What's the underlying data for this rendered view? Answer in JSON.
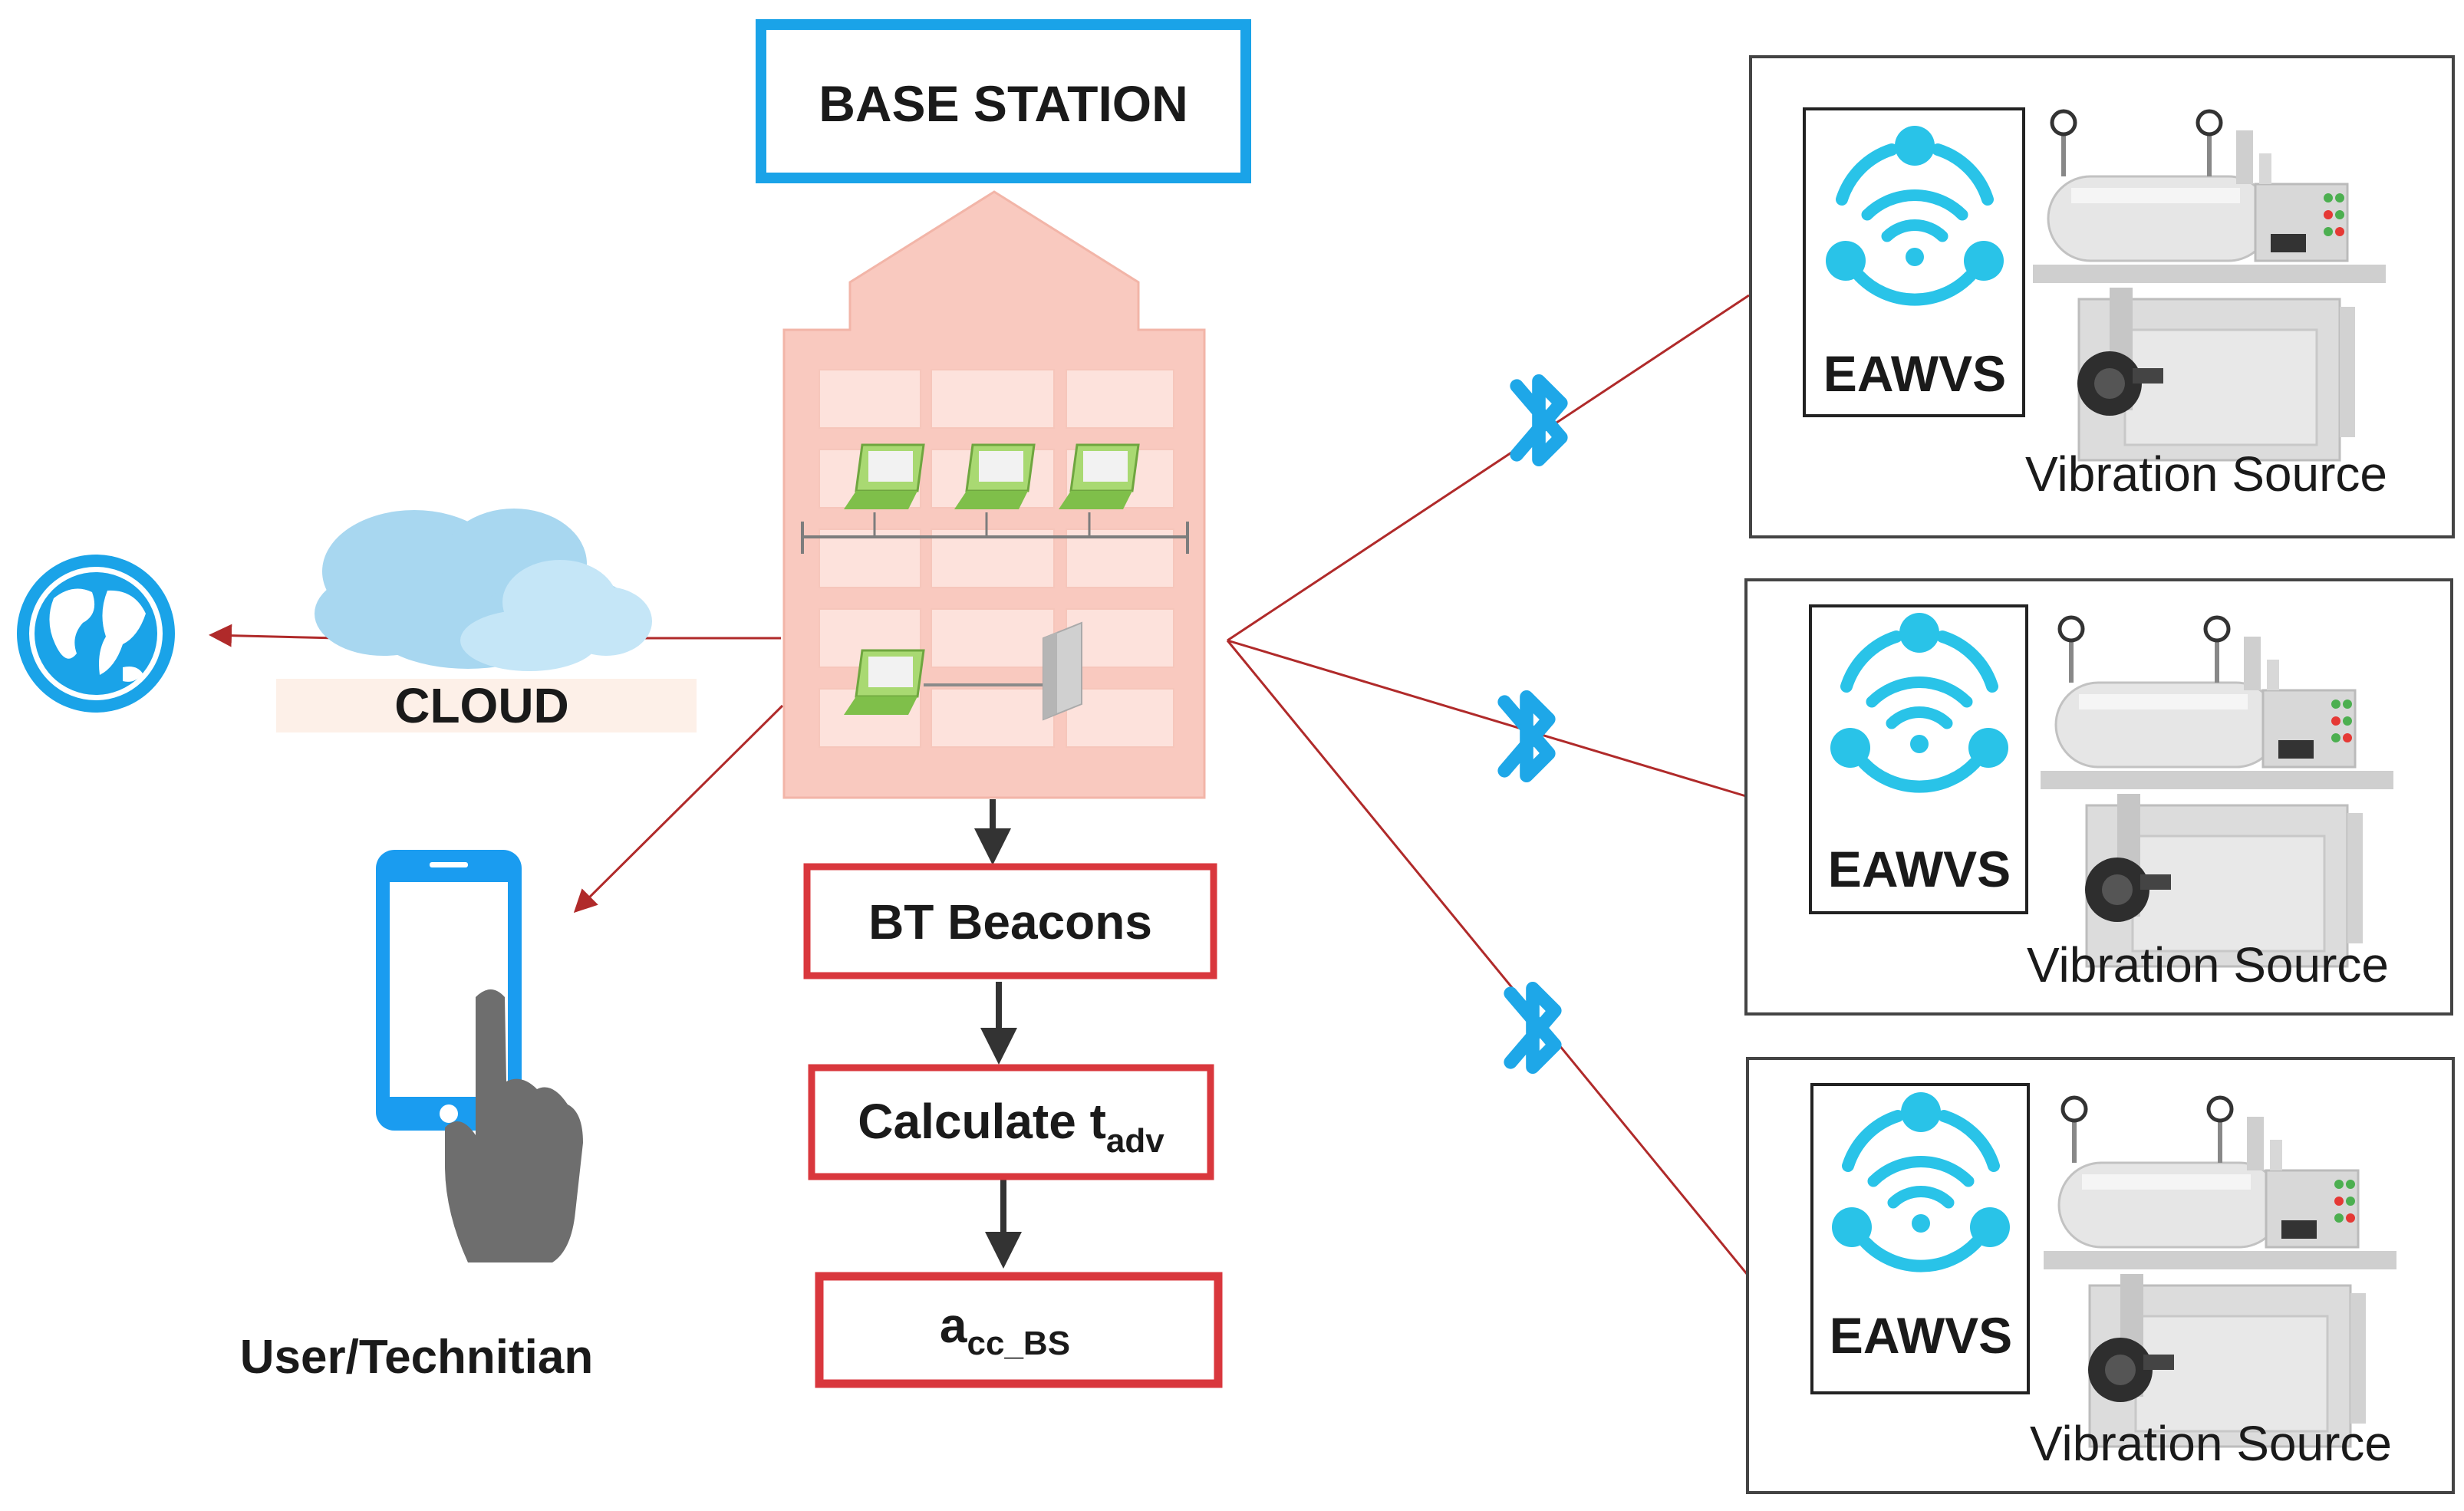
{
  "base_station": {
    "label": "BASE STATION",
    "accent": "#1aa3e8"
  },
  "cloud": {
    "label": "CLOUD"
  },
  "user": {
    "label": "User/Technitian"
  },
  "flow": {
    "beacons": "BT Beacons",
    "calculate": "Calculate t",
    "calculate_sub": "adv",
    "acc": "a",
    "acc_sub": "cc_BS",
    "box_color": "#d9373d"
  },
  "sources": [
    {
      "device": "EAWVS",
      "caption": "Vibration Source"
    },
    {
      "device": "EAWVS",
      "caption": "Vibration Source"
    },
    {
      "device": "EAWVS",
      "caption": "Vibration Source"
    }
  ],
  "colors": {
    "link_line": "#b02a2a",
    "bluetooth": "#1ea7e8",
    "eawvs_icon": "#29c3e8",
    "building": "#f9c9bf",
    "globe": "#1aa3e8",
    "cloud": "#a8d7f0",
    "phone": "#1a9cf0",
    "hand": "#6e6e6e",
    "laptop": "#9ed36a"
  },
  "icons": [
    "globe-icon",
    "cloud-icon",
    "smartphone-icon",
    "hand-icon",
    "building-icon",
    "laptop-icon",
    "bluetooth-icon",
    "wifi-network-icon",
    "boiler-machine-icon"
  ]
}
